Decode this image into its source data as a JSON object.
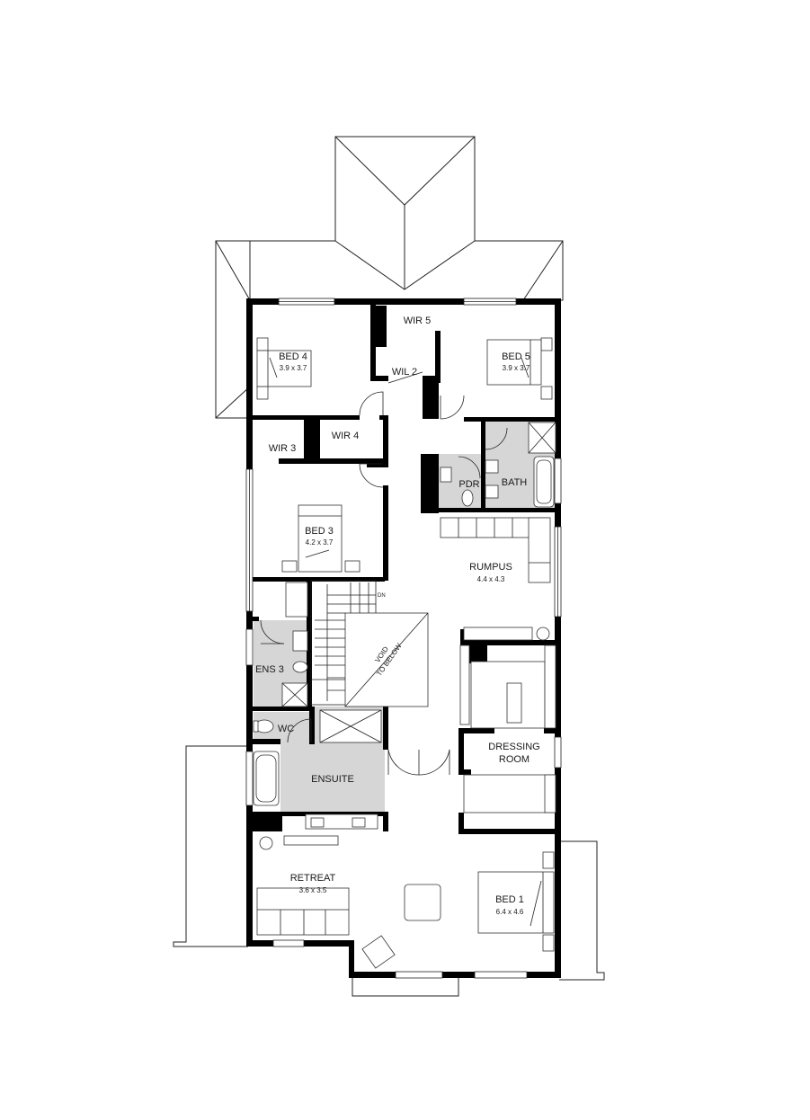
{
  "rooms": {
    "bed4": {
      "name": "BED 4",
      "dims": "3.9 x 3.7"
    },
    "bed5": {
      "name": "BED 5",
      "dims": "3.9 x 3.7"
    },
    "wir5": {
      "name": "WIR 5"
    },
    "wil2": {
      "name": "WIL 2"
    },
    "wir3": {
      "name": "WIR 3"
    },
    "wir4": {
      "name": "WIR 4"
    },
    "pdr": {
      "name": "PDR"
    },
    "bath": {
      "name": "BATH"
    },
    "bed3": {
      "name": "BED 3",
      "dims": "4.2 x 3.7"
    },
    "rumpus": {
      "name": "RUMPUS",
      "dims": "4.4 x 4.3"
    },
    "ens3": {
      "name": "ENS 3"
    },
    "wc": {
      "name": "WC"
    },
    "ensuite": {
      "name": "ENSUITE"
    },
    "dressing": {
      "name_line1": "DRESSING",
      "name_line2": "ROOM"
    },
    "retreat": {
      "name": "RETREAT",
      "dims": "3.6 x 3.5"
    },
    "bed1": {
      "name": "BED 1",
      "dims": "6.4 x 4.6"
    }
  },
  "annotations": {
    "void_line1": "VOID",
    "void_line2": "TO BELOW",
    "stair_dn": "DN"
  },
  "colors": {
    "wall": "#000000",
    "wet_area": "#d6d6d6",
    "line": "#222222",
    "background": "#ffffff"
  }
}
